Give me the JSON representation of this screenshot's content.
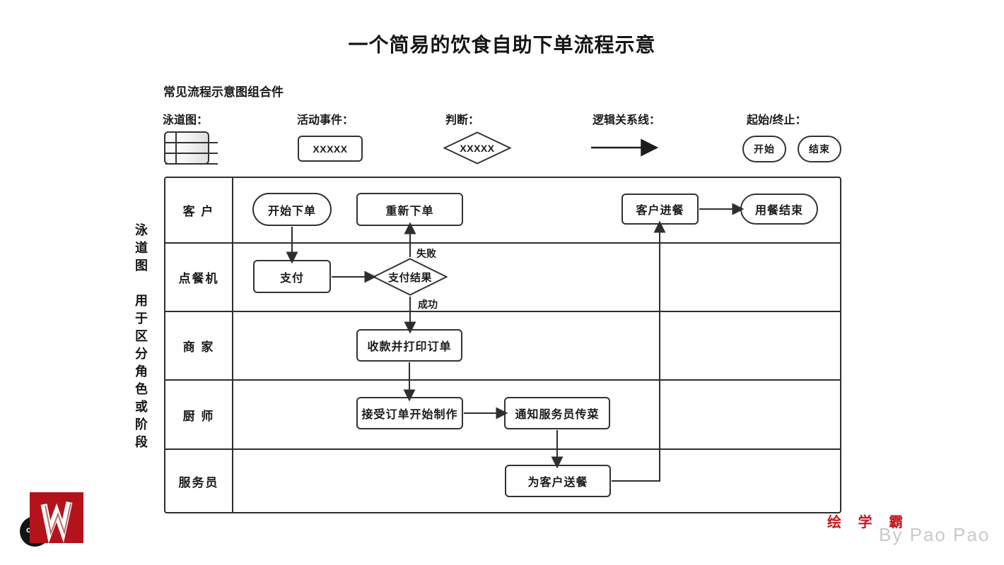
{
  "title": "一个简易的饮食自助下单流程示意",
  "legend": {
    "heading": "常见流程示意图组合件",
    "items": {
      "swimlane": {
        "label": "泳道图："
      },
      "activity": {
        "label": "活动事件：",
        "sample": "XXXXX"
      },
      "decision": {
        "label": "判断：",
        "sample": "XXXXX"
      },
      "connector": {
        "label": "逻辑关系线："
      },
      "terminal": {
        "label": "起始/终止：",
        "start": "开始",
        "end": "结束"
      }
    }
  },
  "diagram": {
    "side_note": "泳道图　用于区分角色或阶段",
    "lanes": {
      "customer": "客 户",
      "kiosk": "点餐机",
      "merchant": "商 家",
      "chef": "厨 师",
      "waiter": "服务员"
    },
    "nodes": {
      "start_order": "开始下单",
      "reorder": "重新下单",
      "customer_dine": "客户进餐",
      "meal_end": "用餐结束",
      "pay": "支付",
      "pay_result": "支付结果",
      "collect_print": "收款并打印订单",
      "accept_cook": "接受订单开始制作",
      "notify_serve": "通知服务员传菜",
      "deliver_meal": "为客户送餐"
    },
    "edge_labels": {
      "fail": "失败",
      "success": "成功"
    }
  },
  "branding": {
    "logo_letter": "W",
    "site_name": "绘 学 霸",
    "byline": "By Pao Pao"
  },
  "colors": {
    "line": "#2e2e2e",
    "accent_red": "#b5131c",
    "brand_red": "#c8161e",
    "byline_gray": "#c9c9cd"
  }
}
